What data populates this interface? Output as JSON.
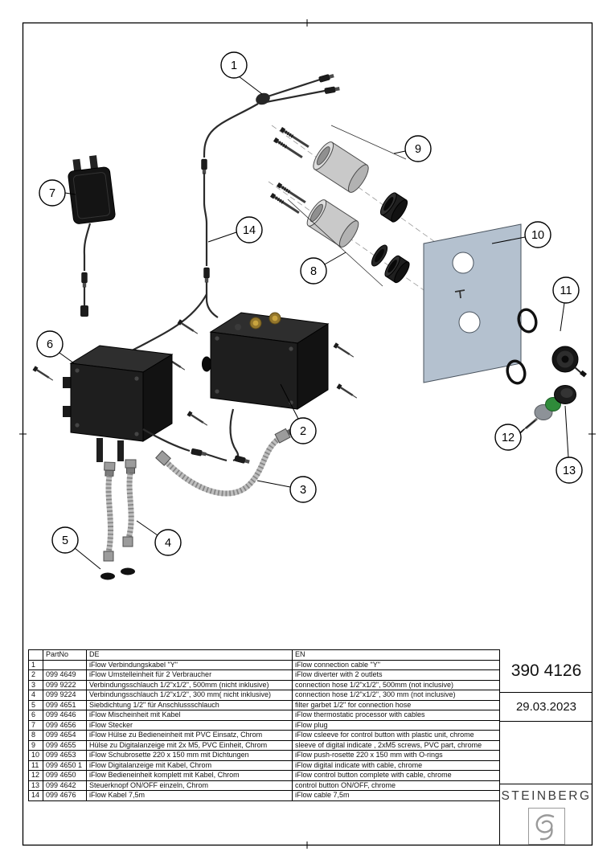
{
  "sheet": {
    "drawing_number": "390 4126",
    "date": "29.03.2023",
    "brand": "STEINBERG"
  },
  "colors": {
    "plate_fill": "#b4c1cf"
  },
  "balloons": [
    {
      "label": "1"
    },
    {
      "label": "2"
    },
    {
      "label": "3"
    },
    {
      "label": "4"
    },
    {
      "label": "5"
    },
    {
      "label": "6"
    },
    {
      "label": "7"
    },
    {
      "label": "8"
    },
    {
      "label": "9"
    },
    {
      "label": "10"
    },
    {
      "label": "11"
    },
    {
      "label": "12"
    },
    {
      "label": "13"
    },
    {
      "label": "14"
    }
  ],
  "table": {
    "headers": {
      "no": "",
      "part_no": "PartNo",
      "de": "DE",
      "en": "EN"
    },
    "rows": [
      {
        "no": "1",
        "part_no": "",
        "de": "iFlow Verbindungskabel \"Y\"",
        "en": "iFlow connection cable \"Y\""
      },
      {
        "no": "2",
        "part_no": "099 4649",
        "de": "iFlow Umstelleinheit für 2 Verbraucher",
        "en": "iFlow diverter with 2 outlets"
      },
      {
        "no": "3",
        "part_no": "099 9222",
        "de": "Verbindungsschlauch 1/2\"x1/2\", 500mm (nicht inklusive)",
        "en": "connection hose 1/2\"x1/2\", 500mm (not inclusive)"
      },
      {
        "no": "4",
        "part_no": "099 9224",
        "de": "Verbindungsschlauch 1/2\"x1/2\", 300 mm( nicht inklusive)",
        "en": "connection hose 1/2\"x1/2\", 300 mm (not inclusive)"
      },
      {
        "no": "5",
        "part_no": "099 4651",
        "de": "Siebdichtung 1/2\" für Anschlussschlauch",
        "en": "filter garbet 1/2\" for connection hose"
      },
      {
        "no": "6",
        "part_no": "099 4646",
        "de": "iFlow Mischeinheit mit Kabel",
        "en": "iFlow thermostatic processor with cables"
      },
      {
        "no": "7",
        "part_no": "099 4656",
        "de": "iFlow Stecker",
        "en": "iFlow plug"
      },
      {
        "no": "8",
        "part_no": "099 4654",
        "de": "iFlow Hülse zu Bedieneinheit mit PVC Einsatz, Chrom",
        "en": "iFlow csleeve for control button with plastic unit, chrome"
      },
      {
        "no": "9",
        "part_no": "099 4655",
        "de": "Hülse zu Digitalanzeige mit 2x M5, PVC Einheit, Chrom",
        "en": "sleeve of digital indicate , 2xM5 screws, PVC part, chrome"
      },
      {
        "no": "10",
        "part_no": "099 4653",
        "de": "iFlow Schubrosette 220 x 150 mm mit Dichtungen",
        "en": "iFlow push-rosette 220 x 150 mm with O-rings"
      },
      {
        "no": "11",
        "part_no": "099 4650 1",
        "de": "iFlow Digitalanzeige mit Kabel, Chrom",
        "en": "iFlow digital indicate with cable, chrome"
      },
      {
        "no": "12",
        "part_no": "099 4650",
        "de": "iFlow Bedieneinheit komplett mit Kabel, Chrom",
        "en": "iFlow control button complete with cable, chrome"
      },
      {
        "no": "13",
        "part_no": "099 4642",
        "de": "Steuerknopf ON/OFF einzeln, Chrom",
        "en": "control button ON/OFF, chrome"
      },
      {
        "no": "14",
        "part_no": "099 4676",
        "de": "iFlow Kabel 7,5m",
        "en": "iFlow cable 7,5m"
      }
    ]
  }
}
